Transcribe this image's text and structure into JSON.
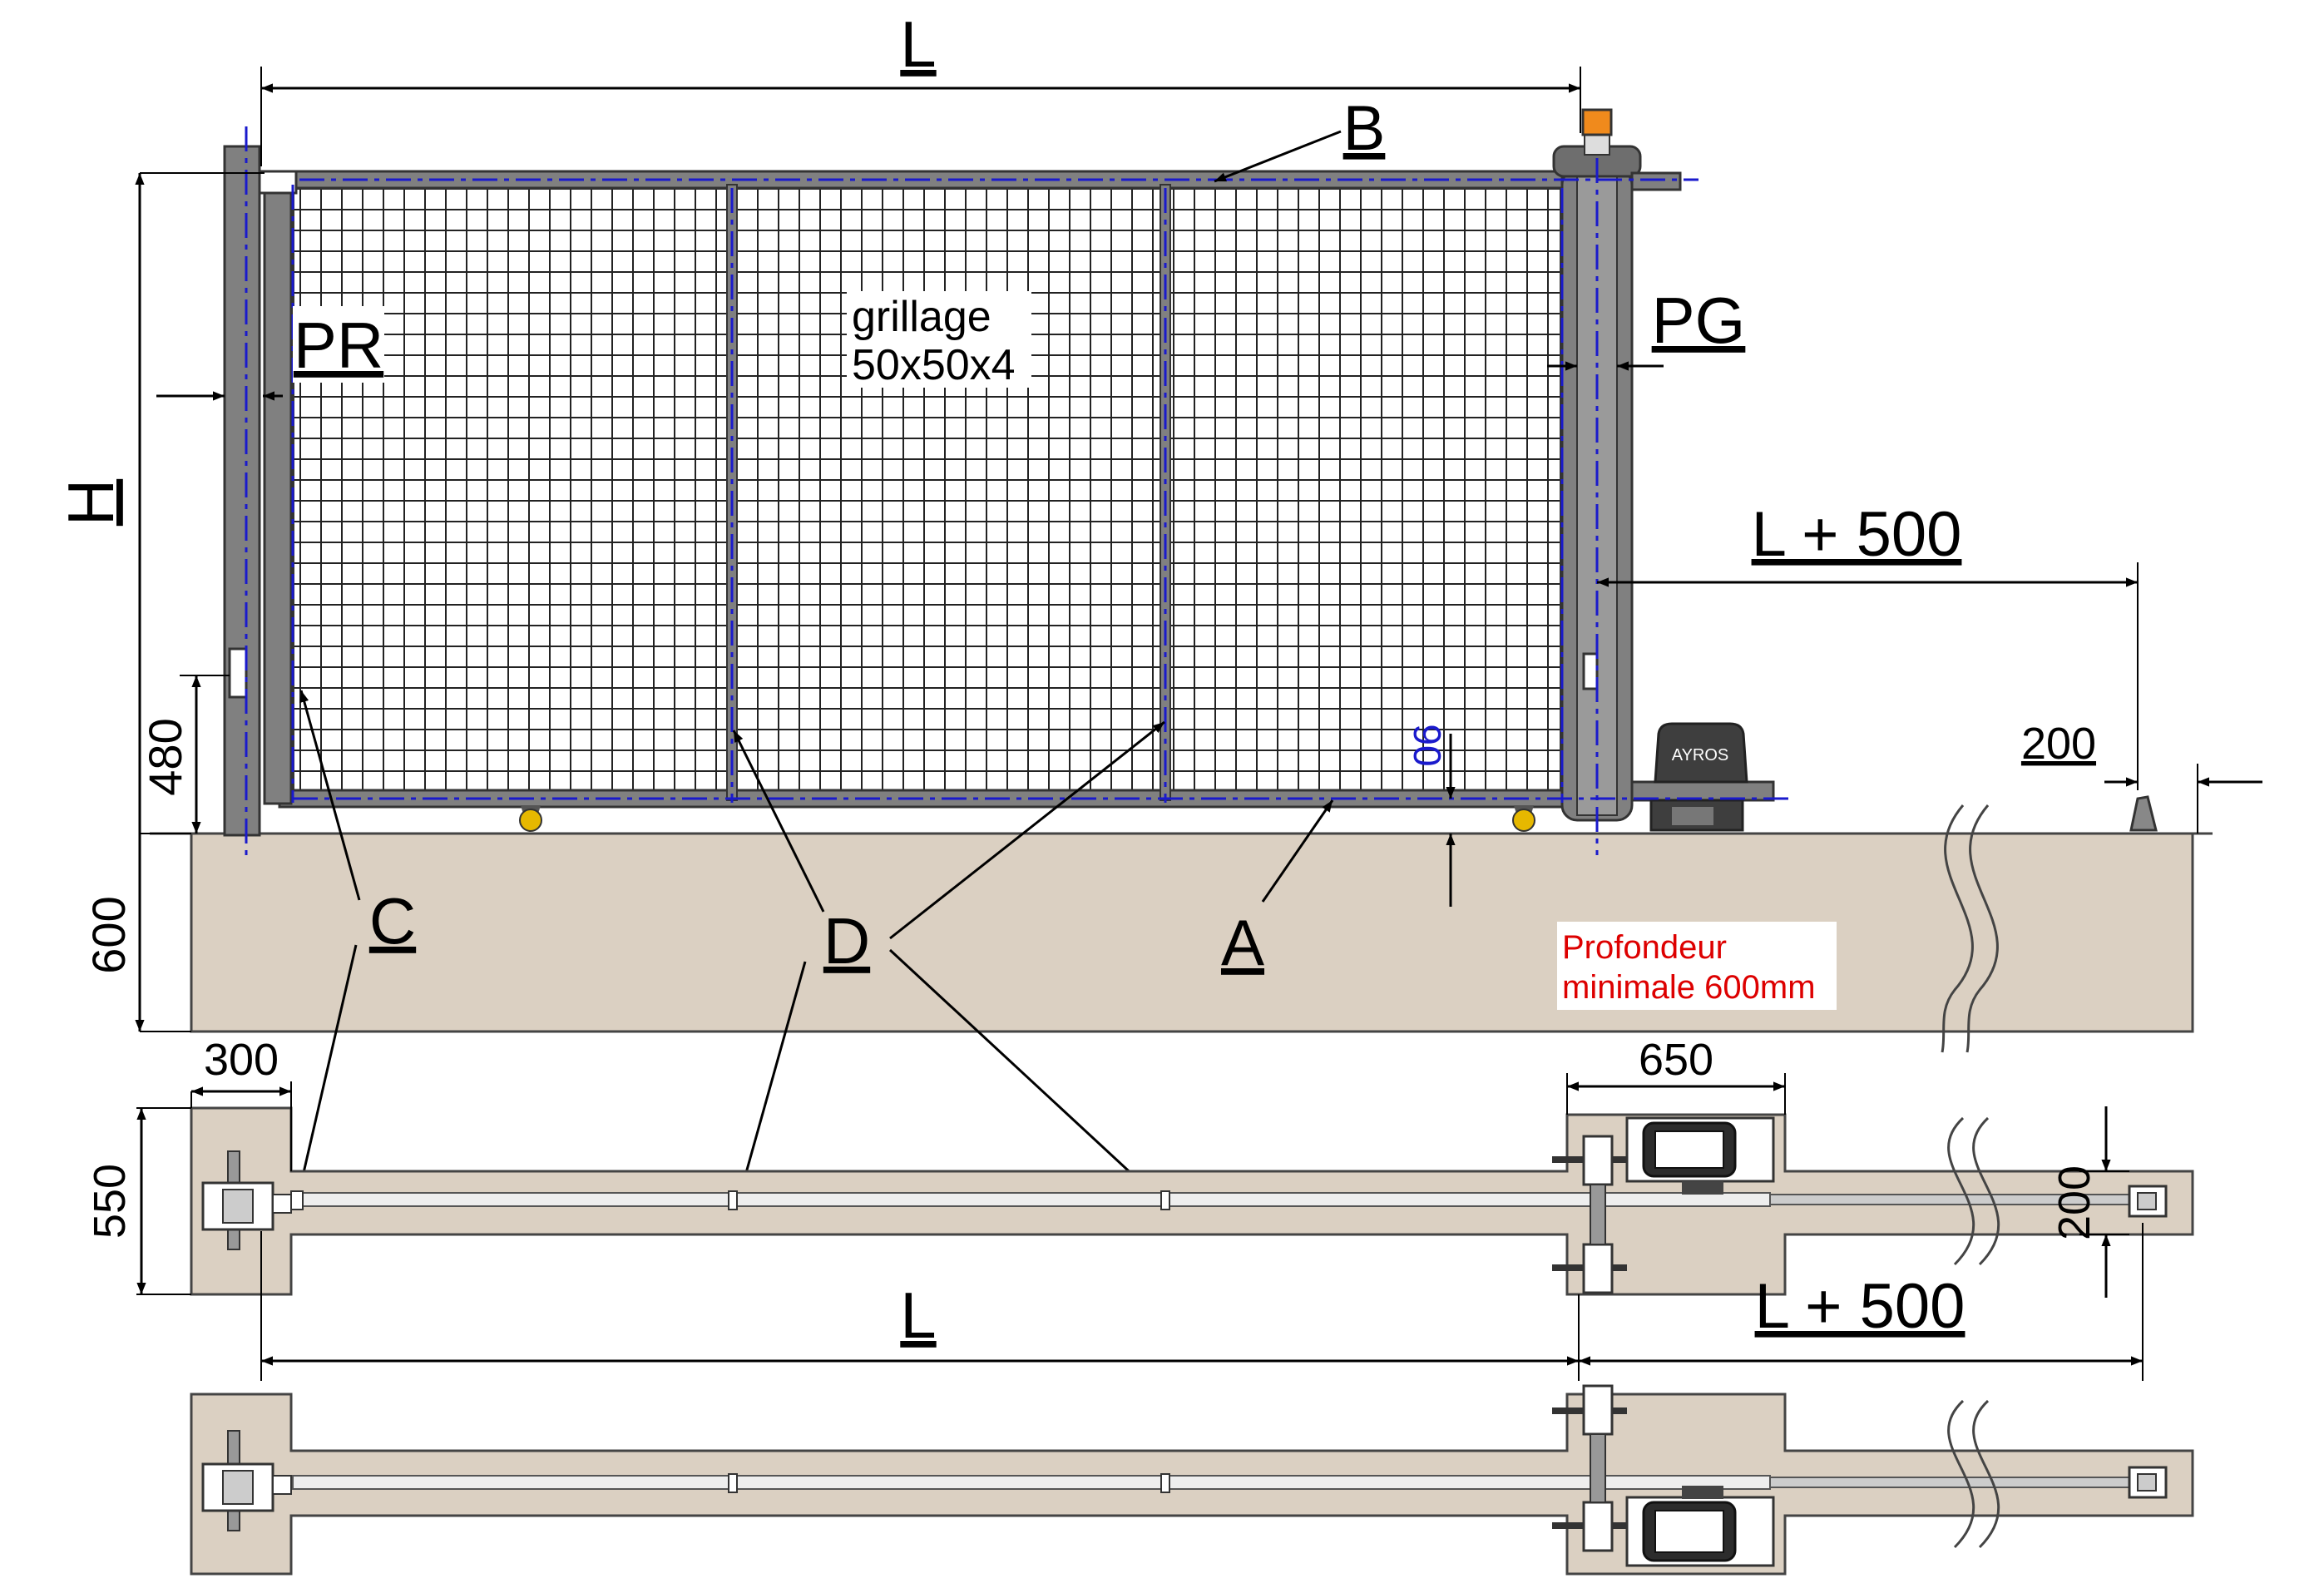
{
  "labels": {
    "L_top": "L",
    "B": "B",
    "PR": "PR",
    "PG": "PG",
    "H": "H",
    "L_plus_500_top": "L + 500",
    "dim_480": "480",
    "dim_600": "600",
    "dim_200_top": "200",
    "dim_90": "90",
    "C": "C",
    "D": "D",
    "A": "A",
    "grillage_line1": "grillage",
    "grillage_line2": "50x50x4",
    "profondeur_line1": "Profondeur",
    "profondeur_line2": "minimale 600mm",
    "motor_brand": "AYROS",
    "dim_300": "300",
    "dim_650": "650",
    "dim_550": "550",
    "dim_200_plan": "200",
    "L_plan": "L",
    "L_plus_500_plan": "L + 500"
  },
  "colors": {
    "concrete": "#dbd0c2",
    "steel": "#808080",
    "steel_dark": "#4a4a4a",
    "axis_blue": "#1a1acc",
    "note_red": "#dd0000",
    "lamp_orange": "#f08a1c",
    "wheel_yellow": "#e6b800"
  }
}
